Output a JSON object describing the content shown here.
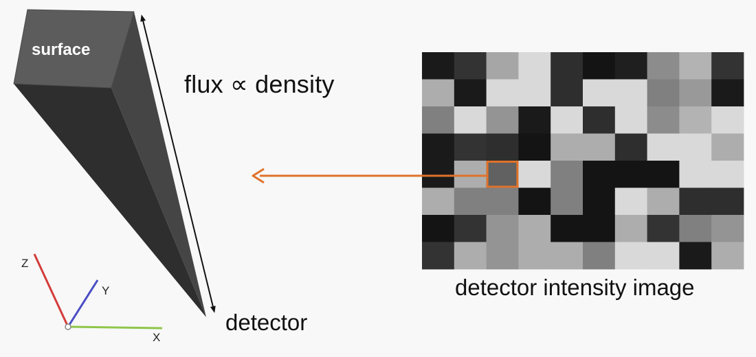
{
  "labels": {
    "surface": "surface",
    "flux": "flux ∝ density",
    "detector": "detector",
    "image_caption": "detector intensity image"
  },
  "axes": {
    "x": "X",
    "y": "Y",
    "z": "Z"
  },
  "colors": {
    "arrow": "#e0722b",
    "axis_x": "#8fc64a",
    "axis_y": "#4a4dc4",
    "axis_z": "#d43b3b",
    "column_front": "#2e2e2e",
    "column_side": "#454545",
    "column_top": "#585858"
  },
  "grid": {
    "rows": 8,
    "cols": 10,
    "highlight_cell": {
      "row": 4,
      "col": 2
    },
    "intensities": [
      [
        0.1,
        0.2,
        0.65,
        0.85,
        0.18,
        0.08,
        0.12,
        0.55,
        0.7,
        0.2
      ],
      [
        0.68,
        0.1,
        0.85,
        0.85,
        0.18,
        0.85,
        0.85,
        0.5,
        0.6,
        0.1
      ],
      [
        0.5,
        0.85,
        0.58,
        0.1,
        0.85,
        0.18,
        0.85,
        0.55,
        0.7,
        0.85
      ],
      [
        0.1,
        0.2,
        0.18,
        0.08,
        0.68,
        0.68,
        0.18,
        0.85,
        0.85,
        0.68
      ],
      [
        0.1,
        0.68,
        0.38,
        0.85,
        0.5,
        0.08,
        0.08,
        0.08,
        0.85,
        0.85
      ],
      [
        0.68,
        0.5,
        0.5,
        0.08,
        0.5,
        0.08,
        0.85,
        0.68,
        0.18,
        0.18
      ],
      [
        0.08,
        0.2,
        0.58,
        0.68,
        0.08,
        0.08,
        0.68,
        0.2,
        0.5,
        0.58
      ],
      [
        0.2,
        0.68,
        0.58,
        0.68,
        0.68,
        0.5,
        0.85,
        0.85,
        0.1,
        0.68
      ]
    ]
  }
}
